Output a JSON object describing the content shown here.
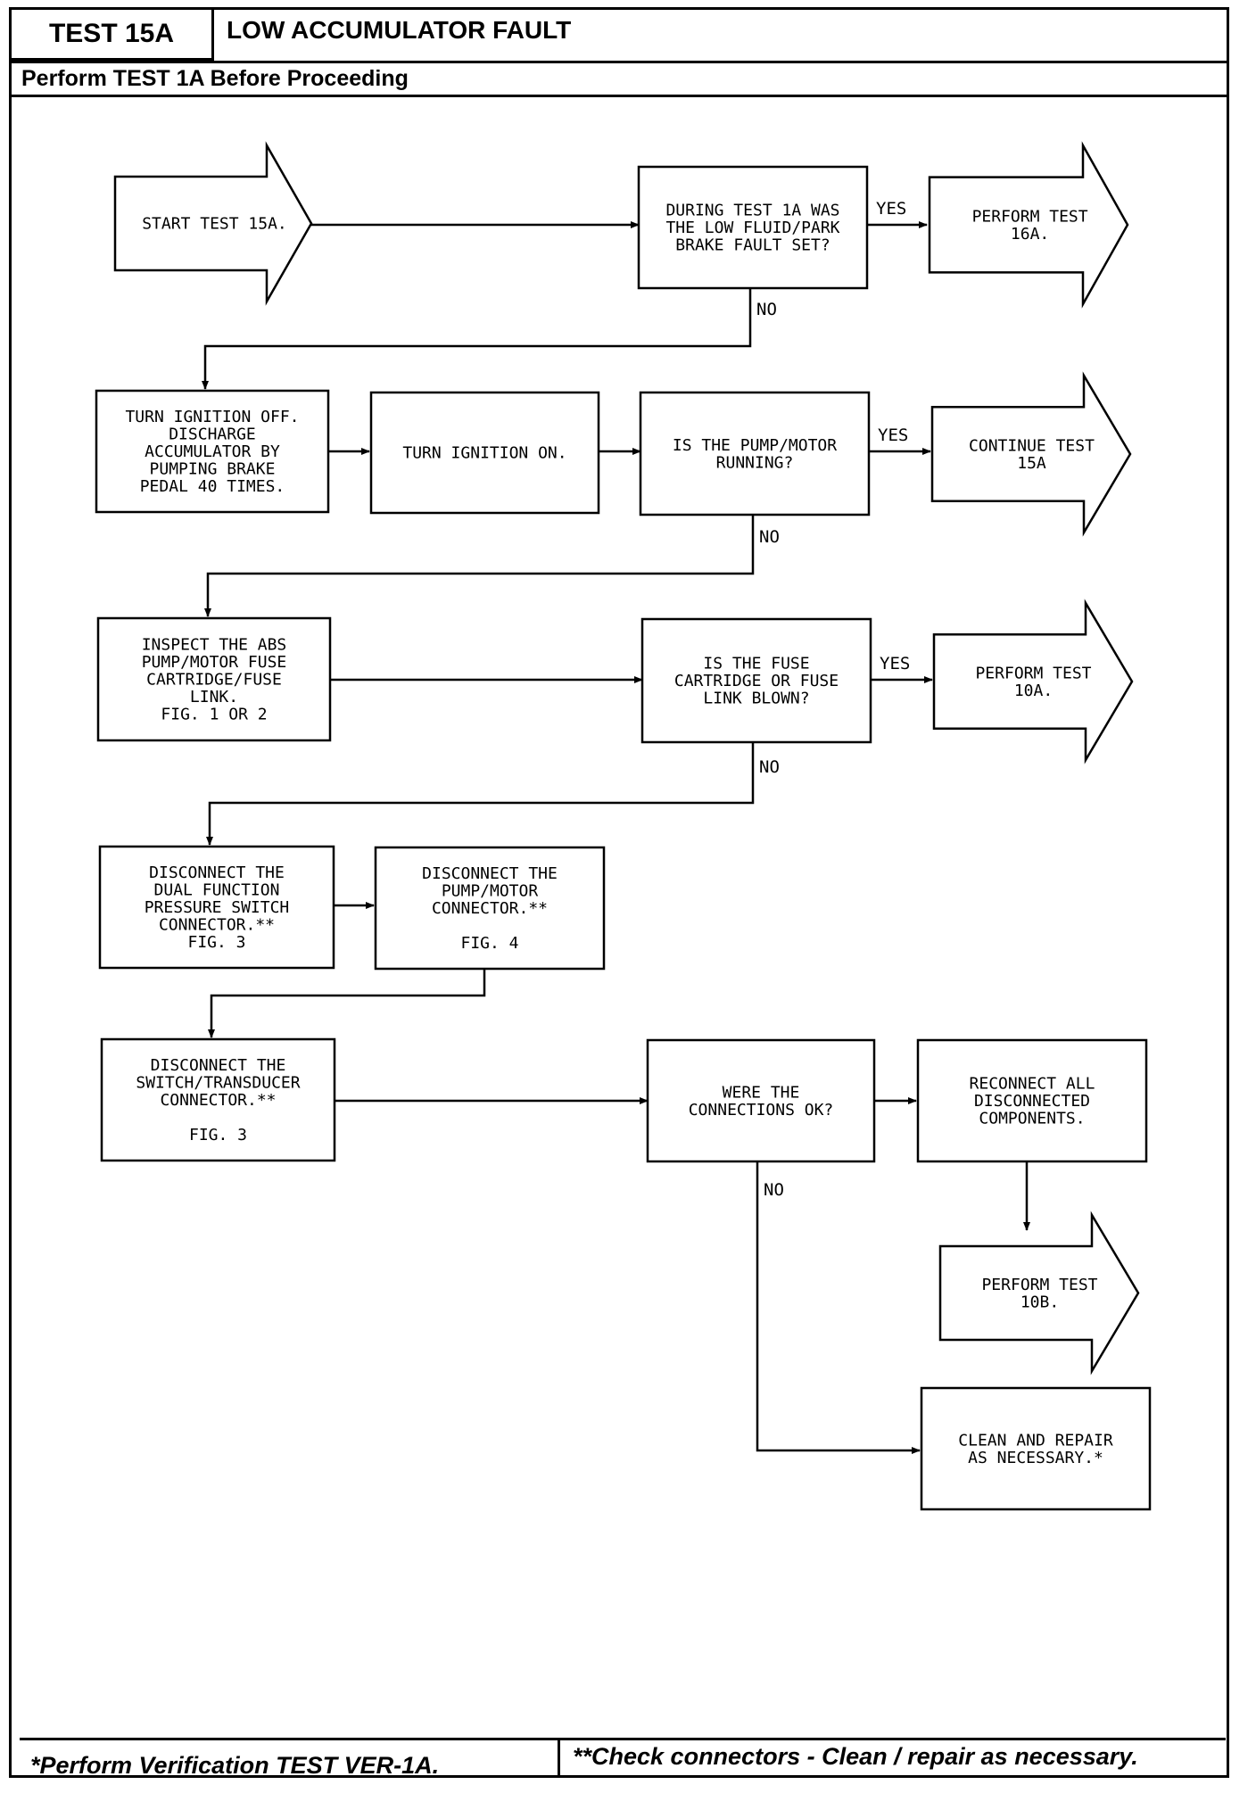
{
  "header": {
    "test_id": "TEST 15A",
    "title": "LOW ACCUMULATOR FAULT",
    "subtitle": "Perform TEST 1A Before Proceeding"
  },
  "footer": {
    "left": "*Perform Verification TEST VER-1A.",
    "right": "**Check connectors - Clean / repair as necessary."
  },
  "flowchart": {
    "nodes": [
      {
        "id": "start",
        "shape": "arrow",
        "lines": [
          "START TEST 15A."
        ]
      },
      {
        "id": "q1",
        "shape": "box",
        "lines": [
          "DURING TEST 1A WAS",
          "THE LOW FLUID/PARK",
          "BRAKE FAULT SET?"
        ]
      },
      {
        "id": "perform16a",
        "shape": "arrow",
        "lines": [
          "PERFORM TEST",
          "16A."
        ]
      },
      {
        "id": "ign-off",
        "shape": "box",
        "lines": [
          "TURN IGNITION OFF.",
          "DISCHARGE",
          "ACCUMULATOR BY",
          "PUMPING BRAKE",
          "PEDAL 40 TIMES."
        ]
      },
      {
        "id": "ign-on",
        "shape": "box",
        "lines": [
          "TURN IGNITION ON."
        ]
      },
      {
        "id": "q2",
        "shape": "box",
        "lines": [
          "IS THE PUMP/MOTOR",
          "RUNNING?"
        ]
      },
      {
        "id": "continue15a",
        "shape": "arrow",
        "lines": [
          "CONTINUE TEST",
          "15A"
        ]
      },
      {
        "id": "inspect",
        "shape": "box",
        "lines": [
          "INSPECT THE ABS",
          "PUMP/MOTOR FUSE",
          "CARTRIDGE/FUSE",
          "LINK.",
          "FIG. 1 OR 2"
        ]
      },
      {
        "id": "q3",
        "shape": "box",
        "lines": [
          "IS THE FUSE",
          "CARTRIDGE OR FUSE",
          "LINK BLOWN?"
        ]
      },
      {
        "id": "perform10a",
        "shape": "arrow",
        "lines": [
          "PERFORM TEST",
          "10A."
        ]
      },
      {
        "id": "disc-dual",
        "shape": "box",
        "lines": [
          "DISCONNECT THE",
          "DUAL FUNCTION",
          "PRESSURE SWITCH",
          "CONNECTOR.**",
          "FIG. 3"
        ]
      },
      {
        "id": "disc-pump",
        "shape": "box",
        "lines": [
          "DISCONNECT THE",
          "PUMP/MOTOR",
          "CONNECTOR.**",
          "",
          "FIG. 4"
        ]
      },
      {
        "id": "disc-switch",
        "shape": "box",
        "lines": [
          "DISCONNECT THE",
          "SWITCH/TRANSDUCER",
          "CONNECTOR.**",
          "",
          "FIG. 3"
        ]
      },
      {
        "id": "q4",
        "shape": "box",
        "lines": [
          "WERE THE",
          "CONNECTIONS OK?"
        ]
      },
      {
        "id": "reconnect",
        "shape": "box",
        "lines": [
          "RECONNECT ALL",
          "DISCONNECTED",
          "COMPONENTS."
        ]
      },
      {
        "id": "perform10b",
        "shape": "arrow",
        "lines": [
          "PERFORM TEST",
          "10B."
        ]
      },
      {
        "id": "clean",
        "shape": "box",
        "lines": [
          "CLEAN AND REPAIR",
          "AS NECESSARY.*"
        ]
      }
    ],
    "edge_labels": {
      "q1_yes": "YES",
      "q1_no": "NO",
      "q2_yes": "YES",
      "q2_no": "NO",
      "q3_yes": "YES",
      "q3_no": "NO",
      "q4_no": "NO"
    }
  }
}
